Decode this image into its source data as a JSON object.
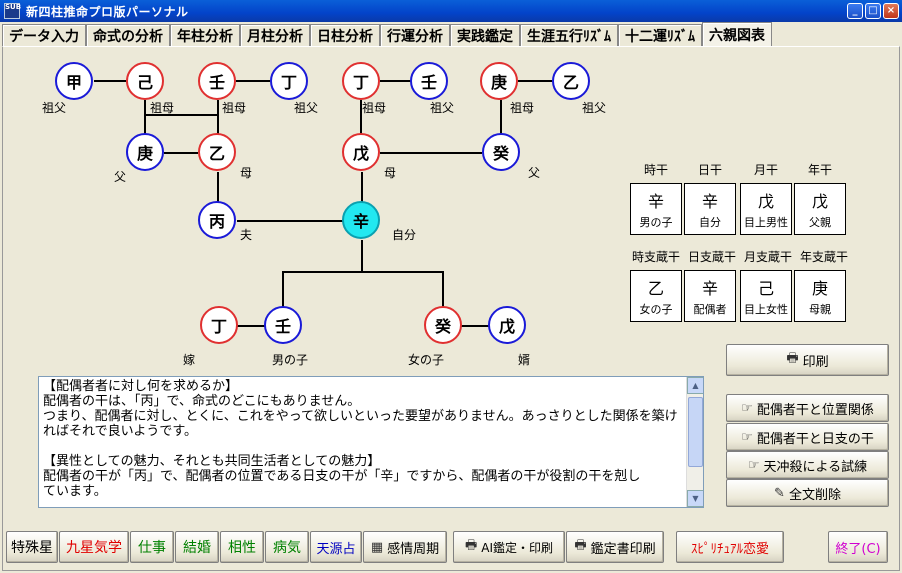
{
  "window": {
    "title": "新四柱推命プロ版パーソナル",
    "icon_text": "SUB",
    "controls": [
      "minimize-icon",
      "maximize-icon",
      "close-icon"
    ]
  },
  "tabs": [
    "データ入力",
    "命式の分析",
    "年柱分析",
    "月柱分析",
    "日柱分析",
    "行運分析",
    "実践鑑定",
    "生涯五行ﾘｽﾞﾑ",
    "十二運ﾘｽﾞﾑ",
    "六親図表"
  ],
  "active_tab": "六親図表",
  "colors": {
    "yang_border": "#e03030",
    "yin_border": "#1a1ad8",
    "self_fill": "#22e8f0",
    "titlebar": "#0343c9"
  },
  "family_tree": {
    "nodes": {
      "gf1": {
        "stem": "甲",
        "label": "祖父"
      },
      "gm1": {
        "stem": "己",
        "label": "祖母"
      },
      "gm2": {
        "stem": "壬",
        "label": "祖母"
      },
      "gf2": {
        "stem": "丁",
        "label": "祖父"
      },
      "gm3": {
        "stem": "丁",
        "label": "祖母"
      },
      "gf3": {
        "stem": "壬",
        "label": "祖父"
      },
      "gm4": {
        "stem": "庚",
        "label": "祖母"
      },
      "gf4": {
        "stem": "乙",
        "label": "祖父"
      },
      "father_l": {
        "stem": "庚",
        "label": "父"
      },
      "mother_l": {
        "stem": "乙",
        "label": "母"
      },
      "mother_r": {
        "stem": "戊",
        "label": "母"
      },
      "father_r": {
        "stem": "癸",
        "label": "父"
      },
      "spouse": {
        "stem": "丙",
        "label": "夫"
      },
      "self": {
        "stem": "辛",
        "label": "自分"
      },
      "dil": {
        "stem": "丁",
        "label": "嫁"
      },
      "son": {
        "stem": "壬",
        "label": "男の子"
      },
      "daughter": {
        "stem": "癸",
        "label": "女の子"
      },
      "sil": {
        "stem": "戊",
        "label": "婿"
      }
    }
  },
  "pillars": {
    "stem_headers": [
      "時干",
      "日干",
      "月干",
      "年干"
    ],
    "stems": [
      {
        "stem": "辛",
        "relation": "男の子"
      },
      {
        "stem": "辛",
        "relation": "自分"
      },
      {
        "stem": "戊",
        "relation": "目上男性"
      },
      {
        "stem": "戊",
        "relation": "父親"
      }
    ],
    "branch_headers": [
      "時支蔵干",
      "日支蔵干",
      "月支蔵干",
      "年支蔵干"
    ],
    "branches": [
      {
        "stem": "乙",
        "relation": "女の子"
      },
      {
        "stem": "辛",
        "relation": "配偶者"
      },
      {
        "stem": "己",
        "relation": "目上女性"
      },
      {
        "stem": "庚",
        "relation": "母親"
      }
    ]
  },
  "description": {
    "lines": [
      "【配偶者者に対し何を求めるか】",
      "配偶者の干は、「丙」で、命式のどこにもありません。",
      "つまり、配偶者に対し、とくに、これをやって欲しいといった要望がありません。あっさりとした関係を築け",
      "ればそれで良いようです。",
      "",
      "【異性としての魅力、それとも共同生活者としての魅力】",
      "配偶者の干が「丙」で、配偶者の位置である日支の干が「辛」ですから、配偶者の干が役割の干を剋し",
      "ています。"
    ]
  },
  "side_buttons": {
    "print": "印刷",
    "spouse_position": "配偶者干と位置関係",
    "spouse_branch": "配偶者干と日支の干",
    "tenchusatsu": "天冲殺による試練",
    "clear_all": "全文削除"
  },
  "bottom_buttons": {
    "tokushu": "特殊星",
    "kyusei": "九星気学",
    "shigoto": "仕事",
    "kekkon": "結婚",
    "aisho": "相性",
    "byoki": "病気",
    "tengen": "天源占",
    "kanjo": "感情周期",
    "ai": "AI鑑定・印刷",
    "kanteisho": "鑑定書印刷",
    "spiritual": "ｽﾋﾟﾘﾁｭｱﾙ恋愛",
    "exit": "終了(C)"
  }
}
